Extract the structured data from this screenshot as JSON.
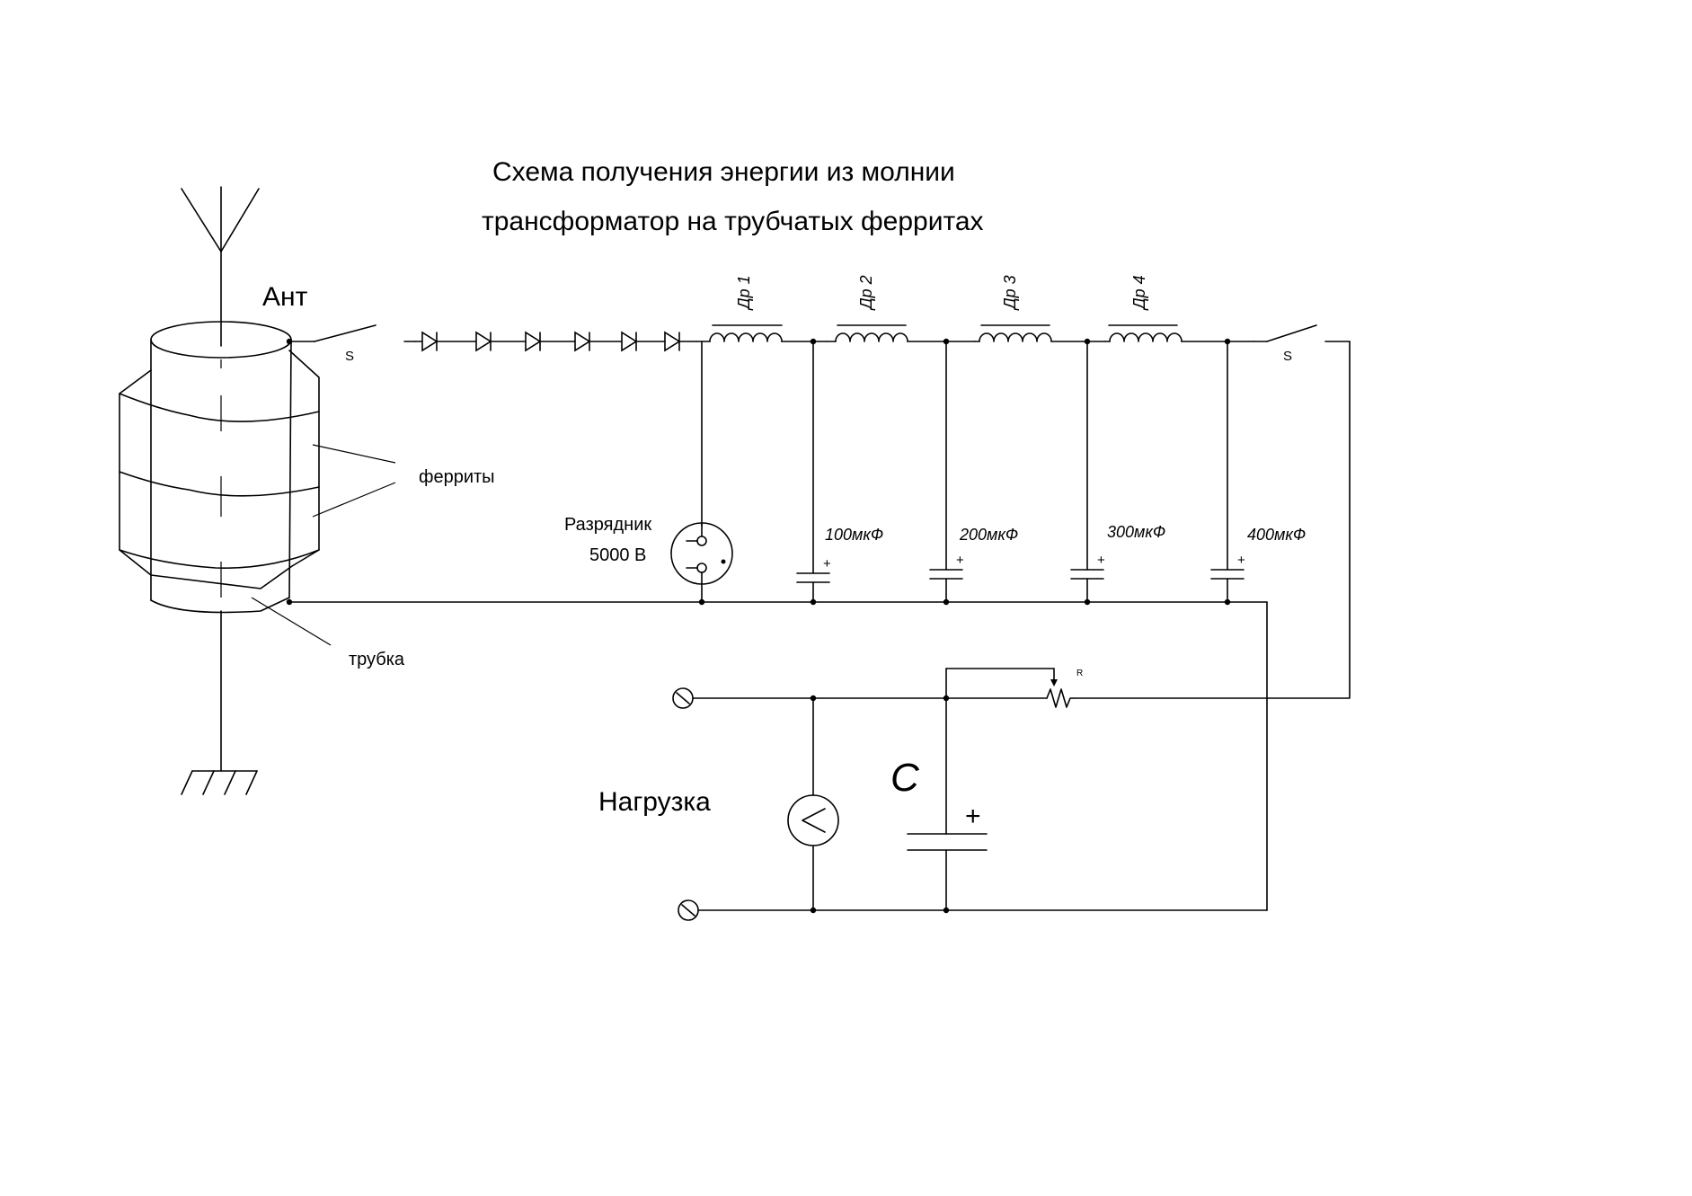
{
  "title": {
    "line1": "Схема получения энергии из молнии",
    "line2": "трансформатор на трубчатых ферритах"
  },
  "labels": {
    "antenna": "Ант",
    "ferrites": "ферриты",
    "tube": "трубка",
    "switch_left": "S",
    "switch_right": "S",
    "arrester_name": "Разрядник",
    "arrester_voltage": "5000 В",
    "load": "Нагрузка",
    "capacitor_c": "C",
    "resistor_r": "R"
  },
  "chokes": [
    "Др 1",
    "Др 2",
    "Др 3",
    "Др 4"
  ],
  "capacitors": [
    {
      "value": "100мкФ",
      "polarity": "+"
    },
    {
      "value": "200мкФ",
      "polarity": "+"
    },
    {
      "value": "300мкФ",
      "polarity": "+"
    },
    {
      "value": "400мкФ",
      "polarity": "+"
    }
  ],
  "load_cap_polarity": "+"
}
